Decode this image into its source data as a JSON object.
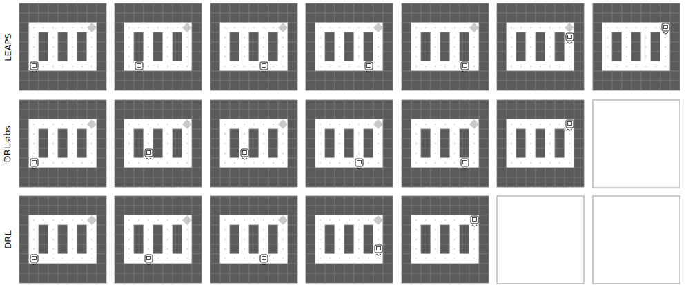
{
  "diagram": {
    "labels": [
      "LEAPS",
      "DRL-abs",
      "DRL"
    ]
  }
}
